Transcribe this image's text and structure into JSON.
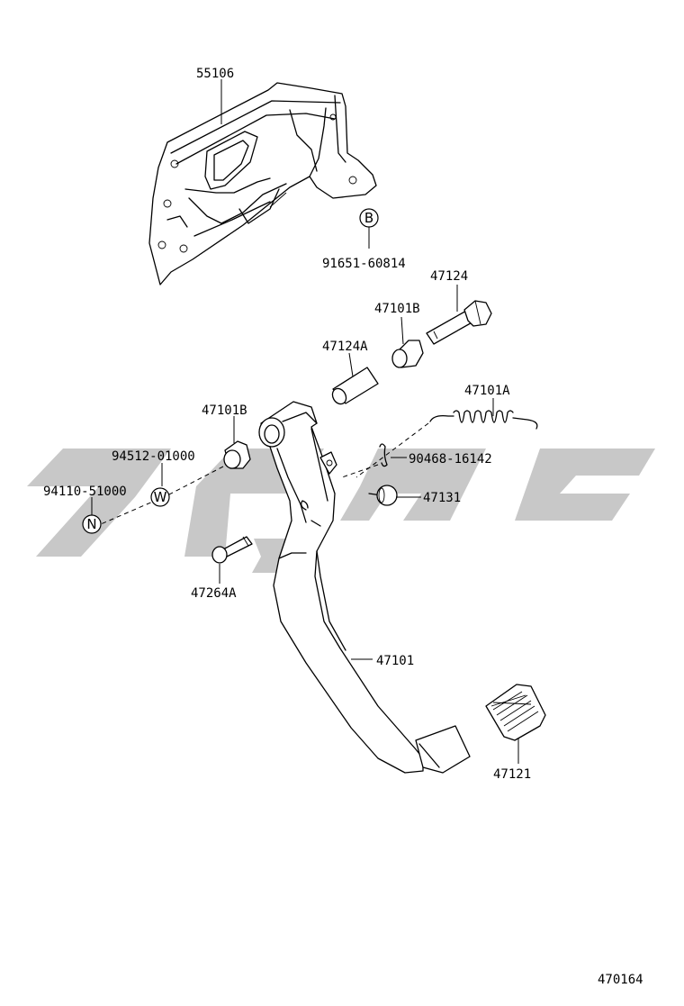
{
  "diagram": {
    "drawing_code": "470164",
    "parts": {
      "bracket": "55106",
      "bolt_b": "91651-60814",
      "bolt": "47124",
      "bushing_top": "47101B",
      "collar": "47124A",
      "spring": "47101A",
      "bushing_left": "47101B",
      "washer": "94512-01000",
      "nut": "94110-51000",
      "clip": "90468-16142",
      "stopper": "47131",
      "pin": "47264A",
      "pedal_arm": "47101",
      "pedal_pad": "47121"
    },
    "markers": {
      "b": "B",
      "w": "W",
      "n": "N"
    }
  }
}
